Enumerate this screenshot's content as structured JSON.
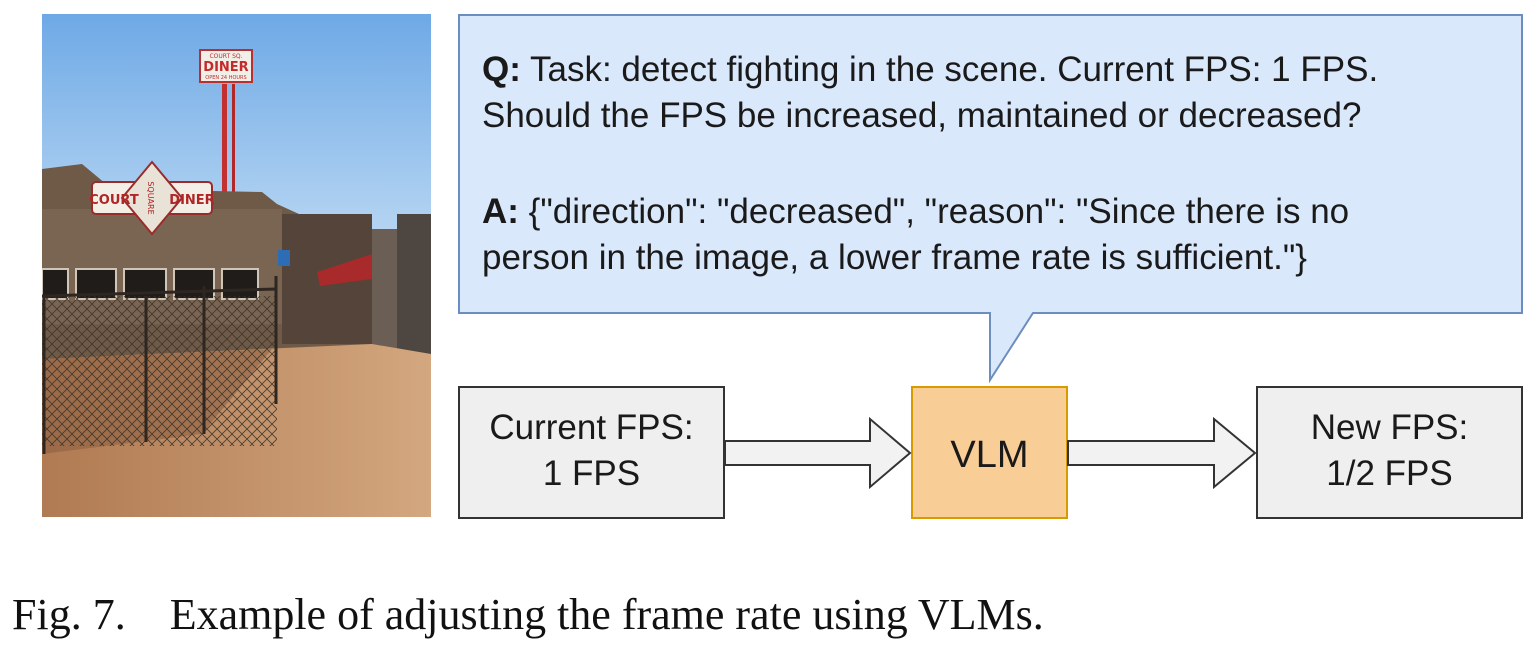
{
  "bubble": {
    "q_prefix": "Q:",
    "q_text": " Task: detect fighting in the scene. Current FPS: 1 FPS.\nShould the FPS be increased, maintained or decreased?",
    "a_prefix": "A:",
    "a_text": " {\"direction\": \"decreased\", \"reason\": \"Since there is no\nperson in the image, a lower frame rate is sufficient.\"}"
  },
  "boxes": {
    "current_fps": "Current FPS:\n1 FPS",
    "vlm": "VLM",
    "new_fps": "New FPS:\n 1/2 FPS"
  },
  "photo": {
    "sign_top": "COURT SQ.",
    "sign_main": "DINER",
    "sign_sub": "OPEN 24 HOURS",
    "facade_left": "COURT",
    "facade_mid": "SQUARE",
    "facade_right": "DINER"
  },
  "caption": {
    "label": "Fig. 7.",
    "text": "Example of adjusting the frame rate using VLMs."
  },
  "colors": {
    "bubble_fill": "#dae8fc",
    "bubble_stroke": "#6c8ebf",
    "box_fill": "#efefef",
    "box_stroke": "#333333",
    "vlm_fill": "#f8cd96",
    "vlm_stroke": "#d79b00"
  }
}
